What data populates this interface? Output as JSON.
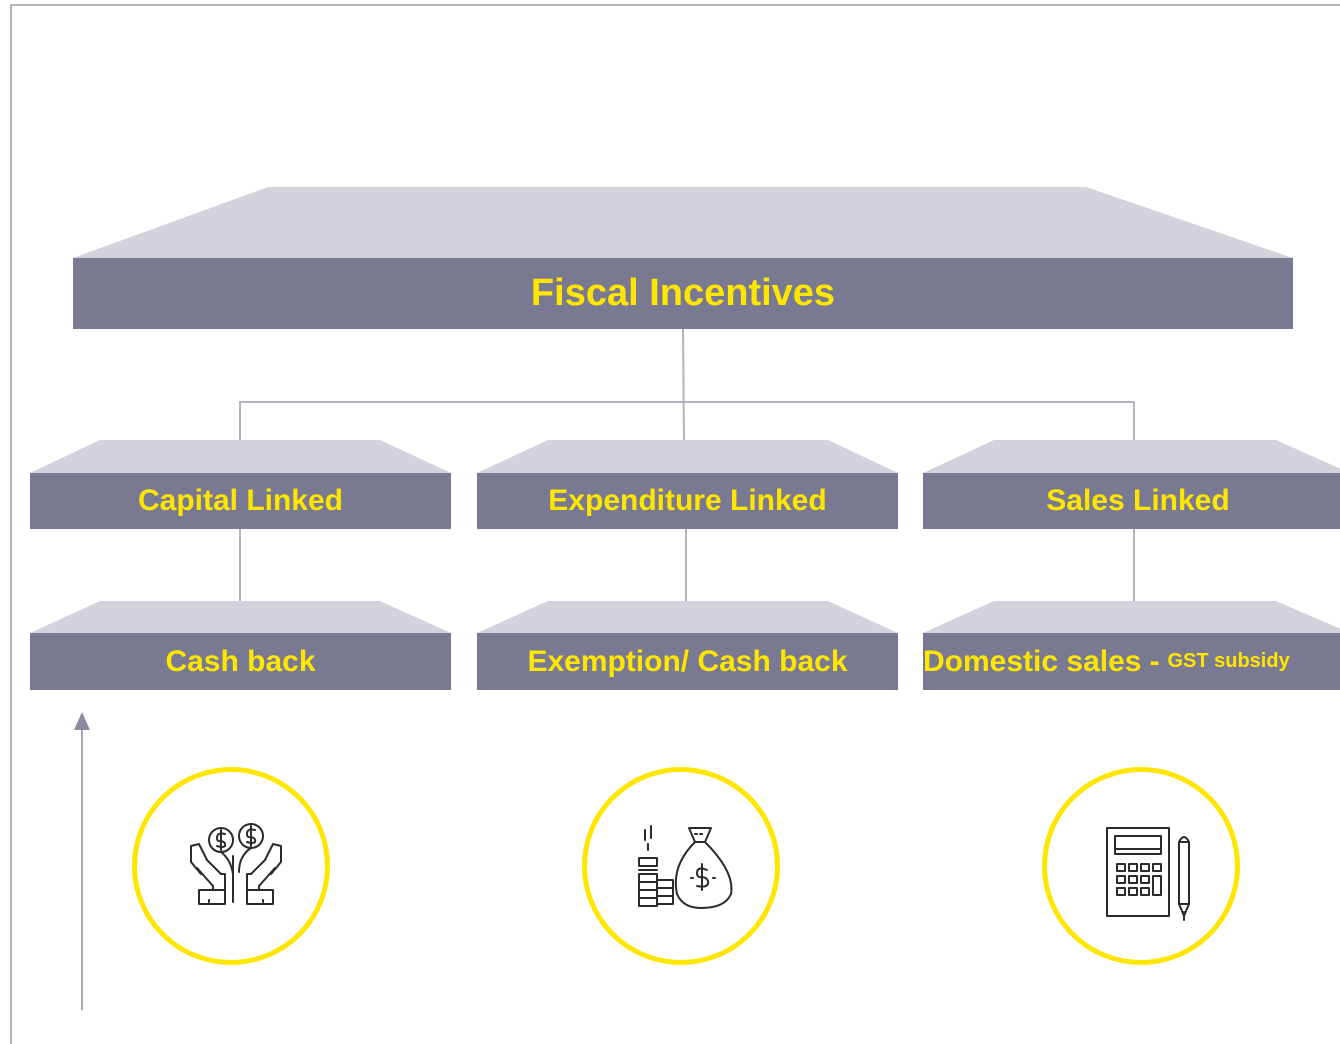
{
  "diagram": {
    "root": {
      "label": "Fiscal Incentives"
    },
    "categories": [
      {
        "label": "Capital Linked",
        "child": {
          "label": "Cash back"
        },
        "icon": "hands-coins-icon"
      },
      {
        "label": "Expenditure Linked",
        "child": {
          "label": "Exemption/ Cash back"
        },
        "icon": "money-bag-coins-icon"
      },
      {
        "label": "Sales Linked",
        "child": {
          "label": "Domestic sales",
          "separator": "-",
          "detail": "GST subsidy"
        },
        "icon": "calculator-pencil-icon"
      }
    ]
  },
  "colors": {
    "bar": "#797a91",
    "bar_top": "#d2d3dc",
    "text": "#ffe600",
    "circle_border": "#ffe600",
    "connector": "#b4b4c0",
    "icon_stroke": "#2b2b2b"
  }
}
